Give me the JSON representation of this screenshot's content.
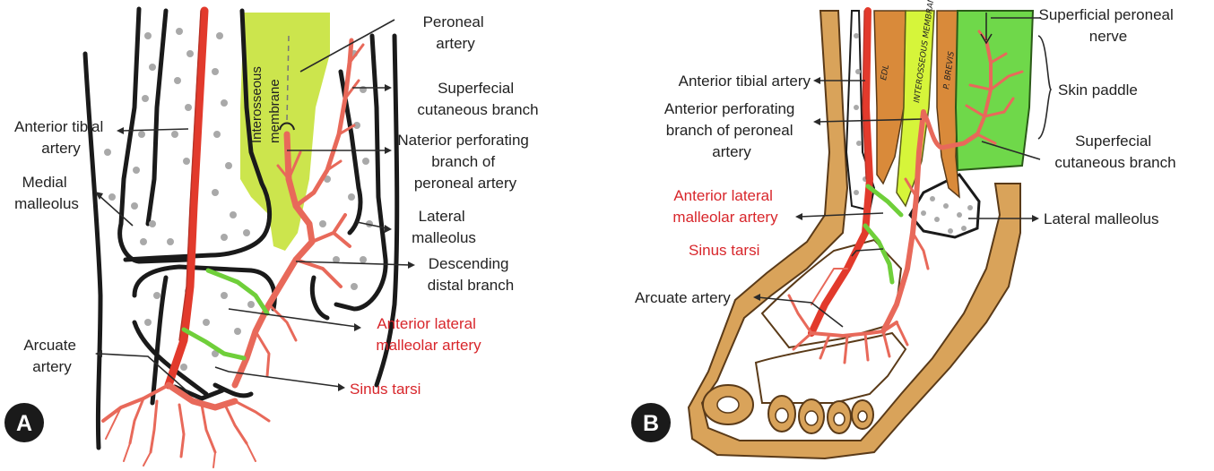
{
  "panels": {
    "A": {
      "badge": "A",
      "membrane_label": [
        "Interosseous",
        "membrane"
      ],
      "labels": {
        "peroneal_artery": [
          "Peroneal",
          "artery"
        ],
        "superficial_cutaneous": [
          "Superfecial",
          "cutaneous branch"
        ],
        "anterior_perforating": [
          "Naterior perforating",
          "branch of",
          "peroneal artery"
        ],
        "lateral_malleolus": [
          "Lateral",
          "malleolus"
        ],
        "descending_distal": [
          "Descending",
          "distal branch"
        ],
        "anterior_lateral_malleolar": [
          "Anterior lateral",
          "malleolar artery"
        ],
        "sinus_tarsi": [
          "Sinus tarsi"
        ],
        "anterior_tibial": [
          "Anterior tibial",
          "artery"
        ],
        "medial_malleolus": [
          "Medial",
          "malleolus"
        ],
        "arcuate": [
          "Arcuate",
          "artery"
        ]
      }
    },
    "B": {
      "badge": "B",
      "compartment_labels": {
        "edl": "EDL",
        "membrane": "INTEROSSEOUS MEMBRANE",
        "brevis": "P. BREVIS"
      },
      "labels": {
        "superficial_peroneal_nerve": [
          "Superficial peroneal",
          "nerve"
        ],
        "skin_paddle": [
          "Skin paddle"
        ],
        "superficial_cutaneous": [
          "Superfecial",
          "cutaneous branch"
        ],
        "lateral_malleolus": [
          "Lateral malleolus"
        ],
        "anterior_tibial": [
          "Anterior tibial artery"
        ],
        "anterior_perforating": [
          "Anterior perforating",
          "branch of peroneal",
          "artery"
        ],
        "anterior_lateral_malleolar": [
          "Anterior lateral",
          "malleolar artery"
        ],
        "sinus_tarsi": [
          "Sinus tarsi"
        ],
        "arcuate": [
          "Arcuate artery"
        ]
      }
    }
  },
  "colors": {
    "artery_main": "#e23a2c",
    "artery_branch": "#e8695a",
    "membrane_green": "#c7e23a",
    "paddle_green": "#6fd84a",
    "skin_tan": "#d9a35a",
    "muscle_orange": "#d98a3a",
    "label_red": "#d8262b",
    "badge_black": "#1a1a1a"
  }
}
